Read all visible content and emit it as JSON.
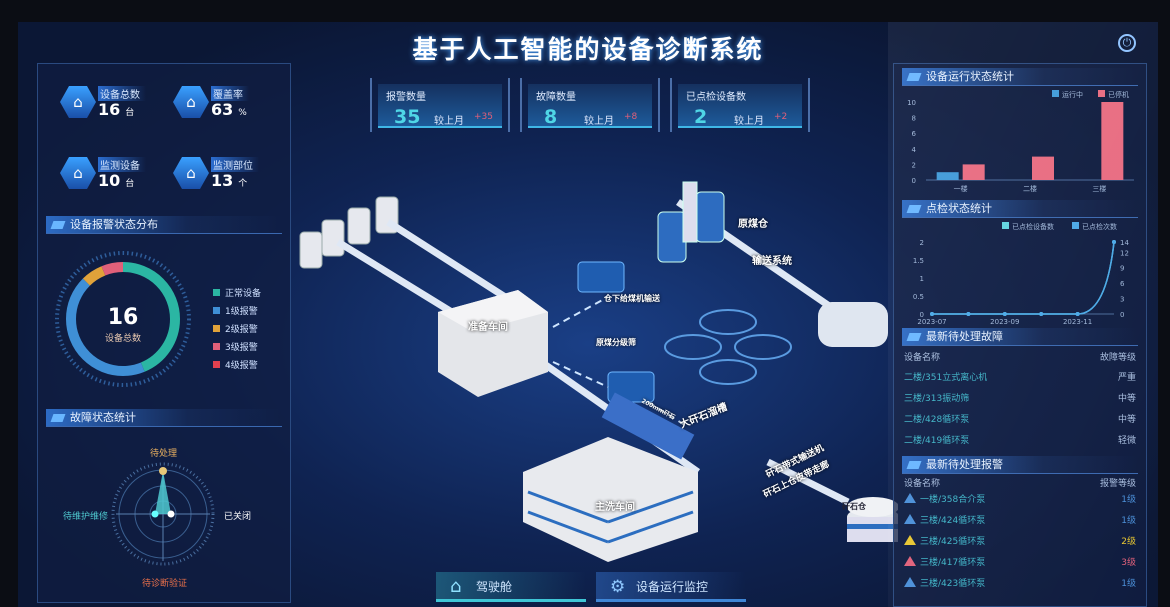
{
  "title": "基于人工智能的设备诊断系统",
  "stats": [
    {
      "label": "设备总数",
      "value": "16",
      "unit": "台"
    },
    {
      "label": "覆盖率",
      "value": "63",
      "unit": "%"
    },
    {
      "label": "监测设备",
      "value": "10",
      "unit": "台"
    },
    {
      "label": "监测部位",
      "value": "13",
      "unit": "个"
    }
  ],
  "kpis": [
    {
      "label": "报警数量",
      "value": "35",
      "compare": "较上月",
      "delta": "+35"
    },
    {
      "label": "故障数量",
      "value": "8",
      "compare": "较上月",
      "delta": "+8"
    },
    {
      "label": "已点检设备数",
      "value": "2",
      "compare": "较上月",
      "delta": "+2"
    }
  ],
  "alarm_dist": {
    "title": "设备报警状态分布",
    "total": "16",
    "total_label": "设备总数",
    "legend": [
      {
        "label": "正常设备",
        "value": 7,
        "color": "#2bb6a3"
      },
      {
        "label": "1级报警",
        "value": 7,
        "color": "#3f8fd6"
      },
      {
        "label": "2级报警",
        "value": 1,
        "color": "#e0a23a"
      },
      {
        "label": "3级报警",
        "value": 1,
        "color": "#e0607a"
      },
      {
        "label": "4级报警",
        "value": 0,
        "color": "#e0404f"
      }
    ]
  },
  "fault_stats": {
    "title": "故障状态统计",
    "labels": {
      "top": "待处理",
      "left": "待维护维修",
      "right": "已关闭",
      "bottom": "待诊断验证"
    },
    "values": {
      "top": 3,
      "left": 0.2,
      "right": 0.2,
      "bottom": 0
    }
  },
  "map": {
    "labels": {
      "prep": "准备车间",
      "main": "主洗车间",
      "raw_bin": "原煤仓",
      "conveyor": "输送系统",
      "feeder": "仓下给煤机输送",
      "screen": "原煤分级筛",
      "size": "200mm矸石",
      "big_groove": "大矸石溜槽",
      "belt1": "矸石带式输送机",
      "belt2": "矸石上仓皮带走廊",
      "gangue_bin": "矸石仓"
    }
  },
  "chart_data": [
    {
      "type": "bar",
      "title": "设备运行状态统计",
      "categories": [
        "一楼",
        "二楼",
        "三楼"
      ],
      "series": [
        {
          "name": "运行中",
          "values": [
            1,
            0,
            0
          ],
          "color": "#3f9ad8"
        },
        {
          "name": "已停机",
          "values": [
            2,
            3,
            10
          ],
          "color": "#e86b80"
        }
      ],
      "ylim": [
        0,
        10
      ],
      "yticks": [
        0,
        2,
        4,
        6,
        8,
        10
      ]
    },
    {
      "type": "line",
      "title": "点检状态统计",
      "x": [
        "2023-07",
        "2023-08",
        "2023-09",
        "2023-10",
        "2023-11",
        "2023-12"
      ],
      "xticks": [
        "2023-07",
        "2023-09",
        "2023-11"
      ],
      "series": [
        {
          "name": "已点检设备数",
          "values": [
            0,
            0,
            0,
            0,
            0,
            2
          ],
          "axis": "left",
          "color": "#5fd3e0"
        },
        {
          "name": "已点检次数",
          "values": [
            0,
            0,
            0,
            0,
            0,
            14
          ],
          "axis": "right",
          "color": "#4aa8e8"
        }
      ],
      "ylim_left": [
        0,
        2
      ],
      "yticks_left": [
        "0",
        "0.5",
        "1",
        "1.5",
        "2"
      ],
      "ylim_right": [
        0,
        14
      ],
      "yticks_right": [
        "0",
        "3",
        "6",
        "9",
        "12",
        "14"
      ]
    }
  ],
  "faults": {
    "title": "最新待处理故障",
    "col1": "设备名称",
    "col2": "故障等级",
    "rows": [
      {
        "name": "二楼/351立式离心机",
        "level": "严重"
      },
      {
        "name": "三楼/313振动筛",
        "level": "中等"
      },
      {
        "name": "二楼/428循环泵",
        "level": "中等"
      },
      {
        "name": "二楼/419循环泵",
        "level": "轻微"
      }
    ]
  },
  "alarms": {
    "title": "最新待处理报警",
    "col1": "设备名称",
    "col2": "报警等级",
    "rows": [
      {
        "name": "一楼/358合介泵",
        "level": "1级",
        "color": "#4a8fd8"
      },
      {
        "name": "三楼/424循环泵",
        "level": "1级",
        "color": "#4a8fd8"
      },
      {
        "name": "三楼/425循环泵",
        "level": "2级",
        "color": "#e8c630"
      },
      {
        "name": "三楼/417循环泵",
        "level": "3级",
        "color": "#e0607a"
      },
      {
        "name": "三楼/423循环泵",
        "level": "1级",
        "color": "#4a8fd8"
      }
    ]
  },
  "nav": {
    "cockpit": "驾驶舱",
    "monitor": "设备运行监控"
  }
}
